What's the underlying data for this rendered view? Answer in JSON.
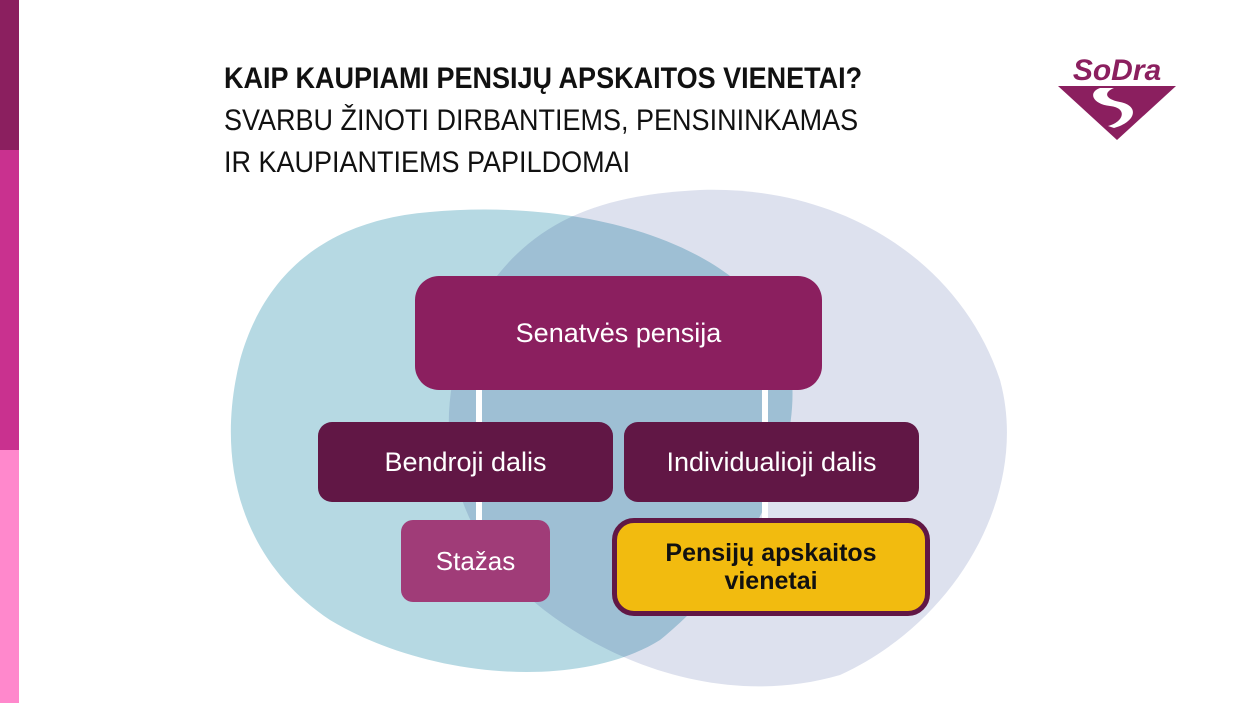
{
  "header": {
    "title": "KAIP KAUPIAMI PENSIJŲ APSKAITOS VIENETAI?",
    "subtitle_line1": "SVARBU ŽINOTI DIRBANTIEMS, PENSININKAMAS",
    "subtitle_line2": "IR KAUPIANTIEMS PAPILDOMAI"
  },
  "logo": {
    "text": "SoDra"
  },
  "colors": {
    "bar_dark": "#8b1f5f",
    "bar_mid": "#c9318f",
    "bar_light": "#ff88cc",
    "top_box": "#8b1f5f",
    "mid_box": "#611745",
    "stazas_box": "#a03c78",
    "highlight_box": "#f2bb0f",
    "blob_blue": "#b6d9e3",
    "blob_lavender": "#dde1ee"
  },
  "diagram": {
    "root": "Senatvės pensija",
    "left": "Bendroji dalis",
    "right": "Individualioji dalis",
    "left_child": "Stažas",
    "right_child": "Pensijų apskaitos vienetai"
  }
}
